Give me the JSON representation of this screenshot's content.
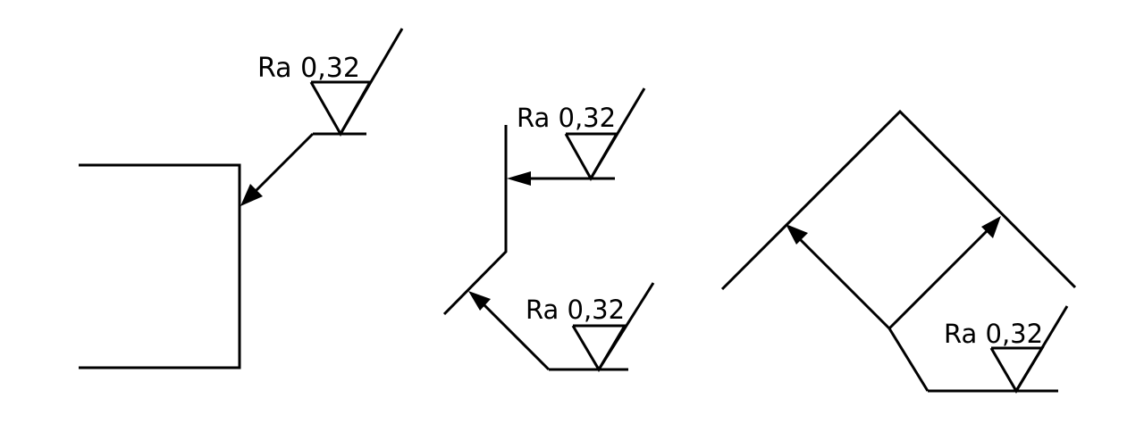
{
  "figures": [
    {
      "name": "figure-1-step-face",
      "symbol": {
        "parameter": "Ra",
        "value": "0,32"
      }
    },
    {
      "name": "figure-2-chamfered-edge",
      "symbols": [
        {
          "parameter": "Ra",
          "value": "0,32"
        },
        {
          "parameter": "Ra",
          "value": "0,32"
        }
      ]
    },
    {
      "name": "figure-3-v-groove",
      "symbol": {
        "parameter": "Ra",
        "value": "0,32"
      }
    }
  ],
  "colors": {
    "line": "#000000",
    "background": "#ffffff"
  }
}
